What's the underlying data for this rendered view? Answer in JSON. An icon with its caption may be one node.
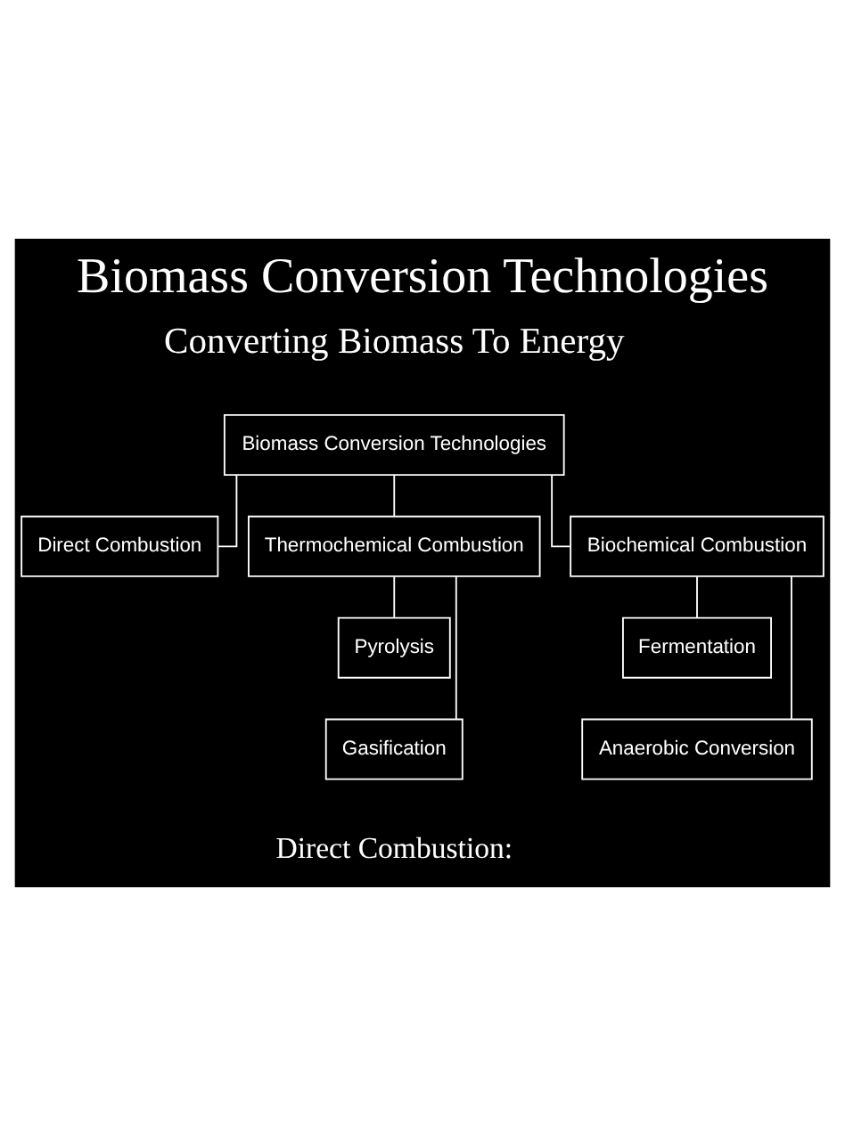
{
  "diagram": {
    "title": "Biomass Conversion Technologies",
    "nodes": [
      {
        "text": [
          "Biomass Conversion Technologies"
        ]
      },
      {
        "text": [
          "Direct Combustion"
        ]
      },
      {
        "text": [
          "Thermochemical Combustion"
        ]
      },
      {
        "text": [
          "Biochemical Combustion"
        ]
      },
      {
        "text": [
          "Pyrolysis"
        ]
      },
      {
        "text": [
          "Gasification"
        ]
      },
      {
        "text": [
          "Fermentation"
        ]
      },
      {
        "text": [
          "Anaerobic Conversion"
        ]
      }
    ],
    "edges": [
      {
        "from": 0,
        "to": 1,
        "arrow": "none"
      },
      {
        "from": 0,
        "to": 2,
        "arrow": "none"
      },
      {
        "from": 0,
        "to": 3,
        "arrow": "none"
      },
      {
        "from": 2,
        "to": 4,
        "arrow": "none"
      },
      {
        "from": 2,
        "to": 5,
        "arrow": "none"
      },
      {
        "from": 3,
        "to": 6,
        "arrow": "none"
      },
      {
        "from": 3,
        "to": 7,
        "arrow": "none"
      }
    ],
    "labels": [
      "Converting Biomass To Energy",
      "Direct Combustion:"
    ]
  }
}
